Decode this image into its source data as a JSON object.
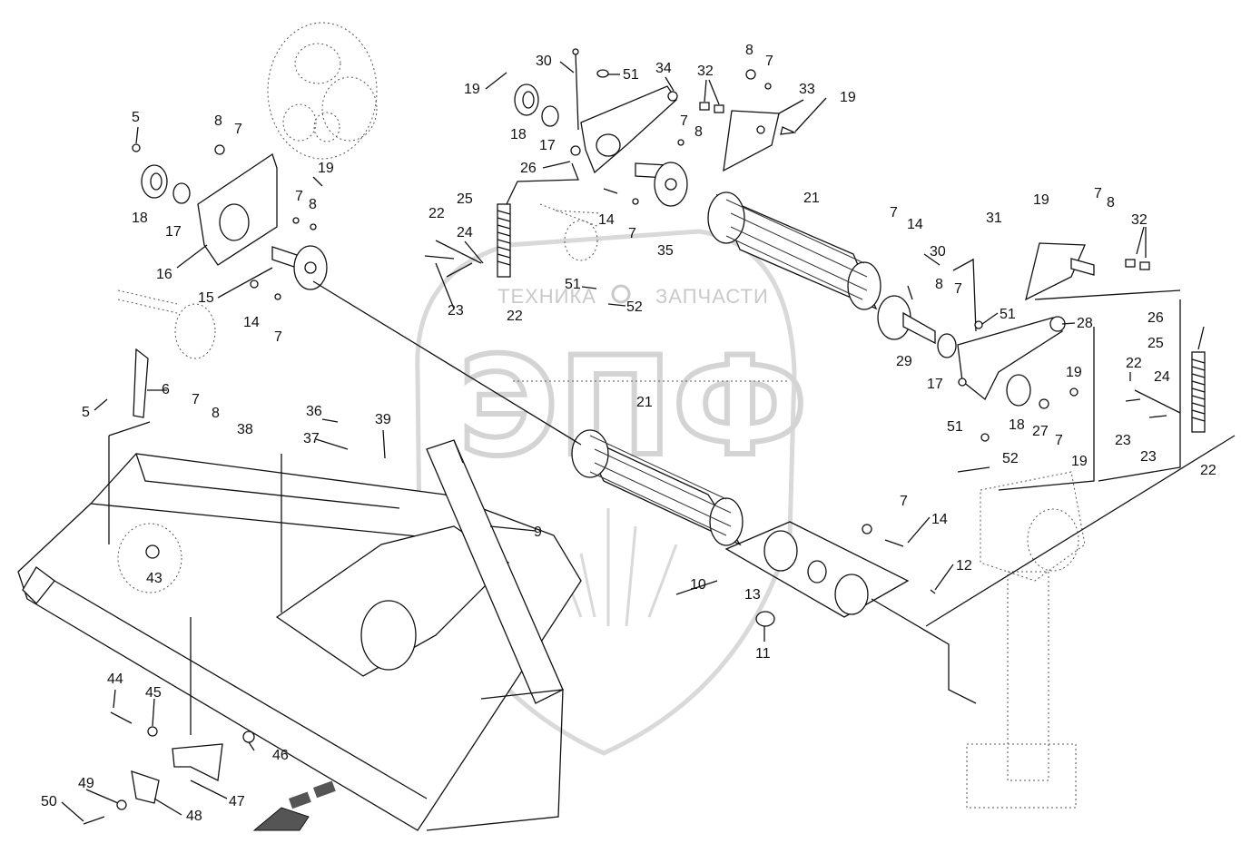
{
  "watermark": {
    "line": "ТЕХНИКА",
    "line2": "ЗАПЧАСТИ",
    "logo": "ЭПФ"
  },
  "callouts": [
    {
      "id": "c1",
      "text": "30"
    },
    {
      "id": "c2",
      "text": "51"
    },
    {
      "id": "c3",
      "text": "34"
    },
    {
      "id": "c4",
      "text": "32"
    },
    {
      "id": "c5",
      "text": "8"
    },
    {
      "id": "c6",
      "text": "7"
    },
    {
      "id": "c7",
      "text": "33"
    },
    {
      "id": "c8",
      "text": "19"
    },
    {
      "id": "c9",
      "text": "19"
    },
    {
      "id": "c10",
      "text": "18"
    },
    {
      "id": "c11",
      "text": "17"
    },
    {
      "id": "c12",
      "text": "7"
    },
    {
      "id": "c13",
      "text": "8"
    },
    {
      "id": "c14",
      "text": "26"
    },
    {
      "id": "c15",
      "text": "5"
    },
    {
      "id": "c16",
      "text": "8"
    },
    {
      "id": "c17",
      "text": "7"
    },
    {
      "id": "c18",
      "text": "19"
    },
    {
      "id": "c19",
      "text": "18"
    },
    {
      "id": "c20",
      "text": "17"
    },
    {
      "id": "c21",
      "text": "7"
    },
    {
      "id": "c22",
      "text": "8"
    },
    {
      "id": "c23",
      "text": "16"
    },
    {
      "id": "c24",
      "text": "15"
    },
    {
      "id": "c25",
      "text": "14"
    },
    {
      "id": "c26",
      "text": "7"
    },
    {
      "id": "c27",
      "text": "22"
    },
    {
      "id": "c28",
      "text": "24"
    },
    {
      "id": "c29",
      "text": "25"
    },
    {
      "id": "c30",
      "text": "23"
    },
    {
      "id": "c31",
      "text": "22"
    },
    {
      "id": "c32",
      "text": "51"
    },
    {
      "id": "c33",
      "text": "52"
    },
    {
      "id": "c34",
      "text": "14"
    },
    {
      "id": "c35",
      "text": "7"
    },
    {
      "id": "c36",
      "text": "35"
    },
    {
      "id": "c37",
      "text": "21"
    },
    {
      "id": "c38",
      "text": "7"
    },
    {
      "id": "c39",
      "text": "14"
    },
    {
      "id": "c40",
      "text": "19"
    },
    {
      "id": "c41",
      "text": "7"
    },
    {
      "id": "c42",
      "text": "8"
    },
    {
      "id": "c43",
      "text": "31"
    },
    {
      "id": "c44",
      "text": "32"
    },
    {
      "id": "c45",
      "text": "30"
    },
    {
      "id": "c46",
      "text": "8"
    },
    {
      "id": "c47",
      "text": "7"
    },
    {
      "id": "c48",
      "text": "51"
    },
    {
      "id": "c49",
      "text": "28"
    },
    {
      "id": "c50",
      "text": "29"
    },
    {
      "id": "c51",
      "text": "17"
    },
    {
      "id": "c52",
      "text": "19"
    },
    {
      "id": "c53",
      "text": "18"
    },
    {
      "id": "c54",
      "text": "27"
    },
    {
      "id": "c55",
      "text": "7"
    },
    {
      "id": "c56",
      "text": "19"
    },
    {
      "id": "c57",
      "text": "51"
    },
    {
      "id": "c58",
      "text": "52"
    },
    {
      "id": "c59",
      "text": "26"
    },
    {
      "id": "c60",
      "text": "25"
    },
    {
      "id": "c61",
      "text": "22"
    },
    {
      "id": "c62",
      "text": "24"
    },
    {
      "id": "c63",
      "text": "23"
    },
    {
      "id": "c64",
      "text": "23"
    },
    {
      "id": "c65",
      "text": "22"
    },
    {
      "id": "c66",
      "text": "5"
    },
    {
      "id": "c67",
      "text": "6"
    },
    {
      "id": "c68",
      "text": "7"
    },
    {
      "id": "c69",
      "text": "8"
    },
    {
      "id": "c70",
      "text": "36"
    },
    {
      "id": "c71",
      "text": "39"
    },
    {
      "id": "c72",
      "text": "38"
    },
    {
      "id": "c73",
      "text": "37"
    },
    {
      "id": "c74",
      "text": "21"
    },
    {
      "id": "c75",
      "text": "9"
    },
    {
      "id": "c76",
      "text": "43"
    },
    {
      "id": "c77",
      "text": "7"
    },
    {
      "id": "c78",
      "text": "14"
    },
    {
      "id": "c79",
      "text": "12"
    },
    {
      "id": "c80",
      "text": "10"
    },
    {
      "id": "c81",
      "text": "13"
    },
    {
      "id": "c82",
      "text": "11"
    },
    {
      "id": "c83",
      "text": "44"
    },
    {
      "id": "c84",
      "text": "45"
    },
    {
      "id": "c85",
      "text": "46"
    },
    {
      "id": "c86",
      "text": "47"
    },
    {
      "id": "c87",
      "text": "49"
    },
    {
      "id": "c88",
      "text": "48"
    },
    {
      "id": "c89",
      "text": "50"
    }
  ]
}
